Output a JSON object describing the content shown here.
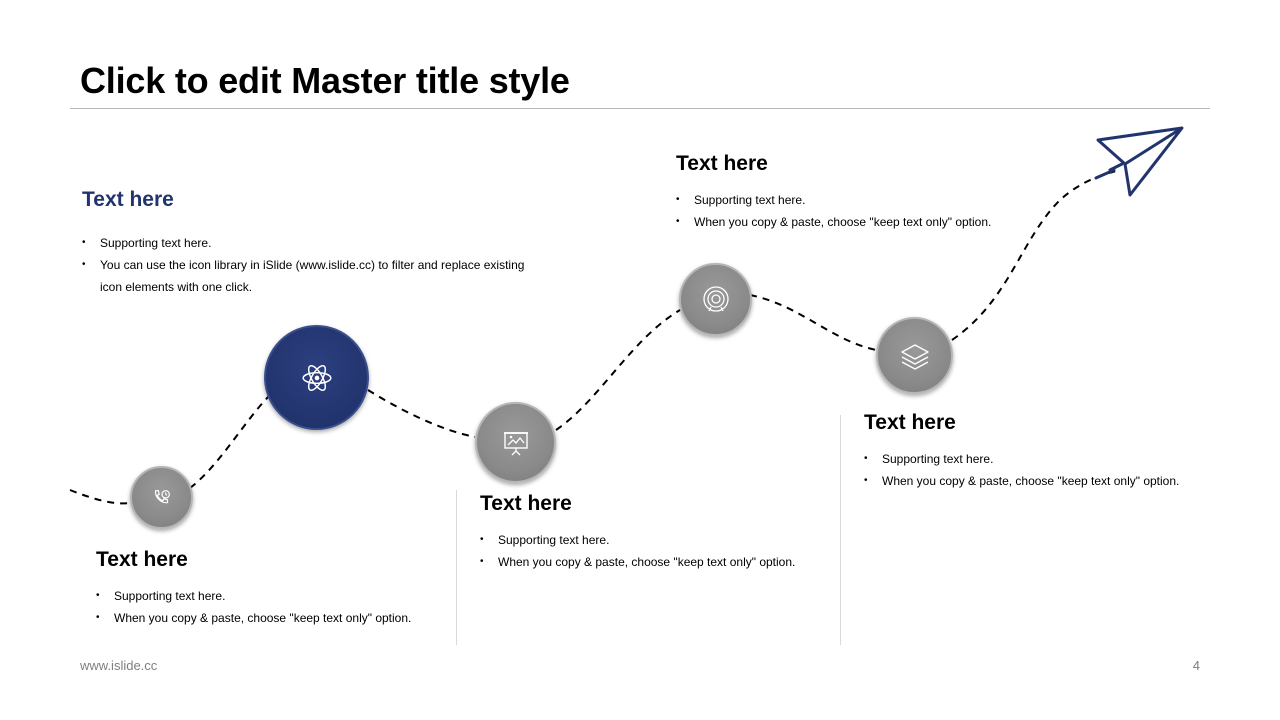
{
  "slide": {
    "title": "Click to edit Master title style",
    "footer_url": "www.islide.cc",
    "page_number": "4"
  },
  "colors": {
    "accent": "#22346e",
    "node_gray": "#8a8a8a",
    "text": "#000000",
    "muted": "#7f7f7f"
  },
  "steps": [
    {
      "icon": "phone-clock-icon",
      "heading": "Text here",
      "bullets": [
        "Supporting text here.",
        "When you copy & paste, choose \"keep text only\" option."
      ]
    },
    {
      "icon": "atom-icon",
      "heading": "Text here",
      "bullets": [
        "Supporting text here.",
        "You can use the icon library in iSlide  (www.islide.cc) to filter and replace existing",
        "icon elements with one click."
      ]
    },
    {
      "icon": "presentation-board-icon",
      "heading": "Text here",
      "bullets": [
        "Supporting text here.",
        "When you copy & paste, choose \"keep text only\" option."
      ]
    },
    {
      "icon": "target-icon",
      "heading": "Text here",
      "bullets": [
        "Supporting text here.",
        "When you copy & paste, choose \"keep text only\" option."
      ]
    },
    {
      "icon": "layers-icon",
      "heading": "Text here",
      "bullets": [
        "Supporting text here.",
        "When you copy & paste, choose \"keep text only\" option."
      ]
    }
  ],
  "end_icon": "paper-plane-icon"
}
